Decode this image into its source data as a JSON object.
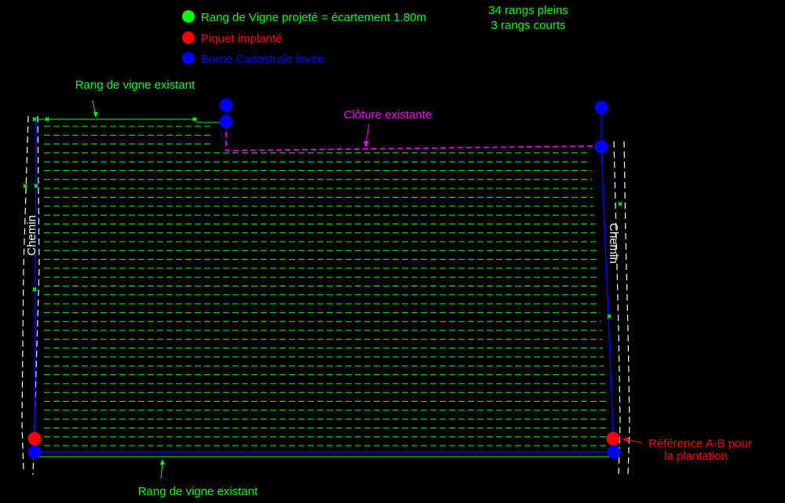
{
  "legend": {
    "items": [
      {
        "label": "Rang de Vigne projeté = écartement 1.80m",
        "color": "#00ff00"
      },
      {
        "label": "Piquet implanté",
        "color": "#ff0000"
      },
      {
        "label": "Borne Cadastrale levée",
        "color": "#0000ff"
      }
    ],
    "stats": [
      "34 rangs pleins",
      "3 rangs courts"
    ]
  },
  "labels": {
    "existing_row_top": "Rang de vigne existant",
    "existing_row_bottom": "Rang de vigne existant",
    "fence": "Clôture existante",
    "path_left": "Chemin",
    "path_right": "Chemin",
    "reference_line1": "Référence A-B pour",
    "reference_line2": "la plantation"
  },
  "colors": {
    "background": "#000000",
    "vine_row": "#00ff00",
    "stake": "#ff0000",
    "boundary": "#0000ff",
    "fence": "#ff00ff",
    "path": "#ffffff"
  },
  "rows": {
    "full_count": 34,
    "short_count": 3,
    "spacing_m": 1.8
  }
}
